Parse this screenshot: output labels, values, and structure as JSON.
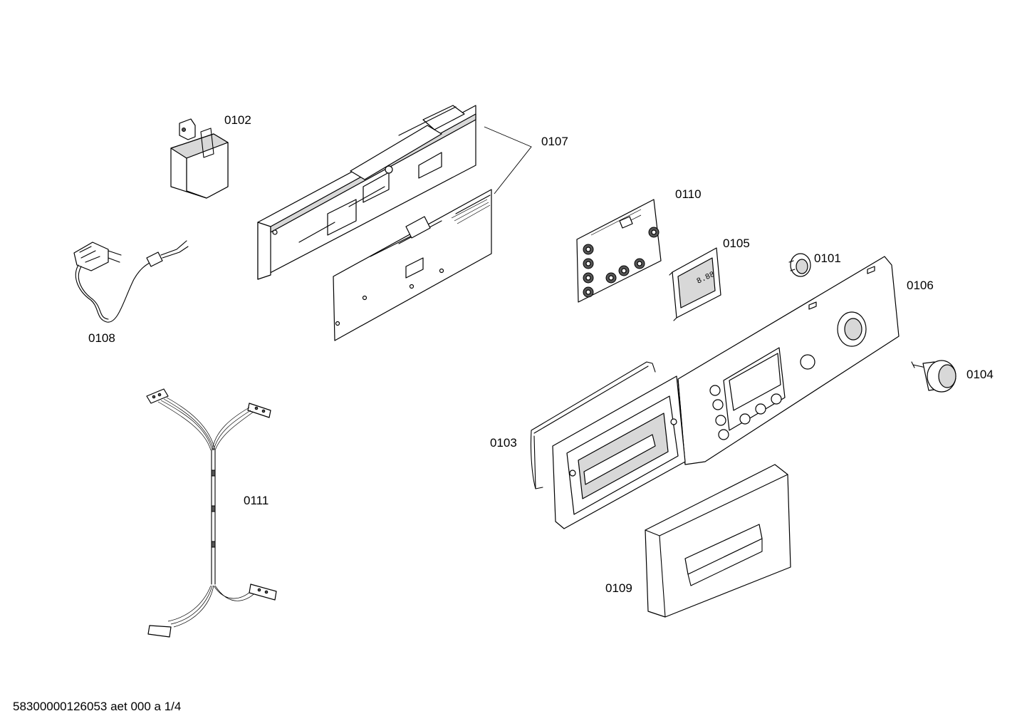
{
  "diagram": {
    "labels": {
      "p0101": "0101",
      "p0102": "0102",
      "p0103": "0103",
      "p0104": "0104",
      "p0105": "0105",
      "p0106": "0106",
      "p0107": "0107",
      "p0108": "0108",
      "p0109": "0109",
      "p0110": "0110",
      "p0111": "0111"
    },
    "footer": "58300000126053 aet 000 a 1/4"
  }
}
